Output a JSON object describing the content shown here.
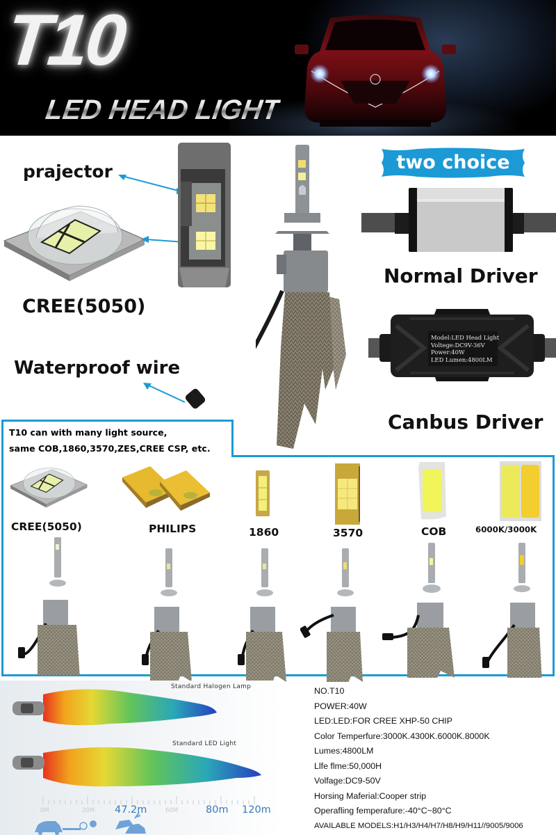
{
  "hero": {
    "title": "T10",
    "subtitle": "LED HEAD LIGHT",
    "background_color": "#000000",
    "car_color": "#7a1016"
  },
  "features": {
    "projector_label": "prajector",
    "cree_label": "CREE(5050)",
    "waterproof_label": "Waterproof wire",
    "choice_badge": "two choice",
    "normal_driver_label": "Normal Driver",
    "canbus_driver_label": "Canbus Driver",
    "canbus_print": {
      "line1": "Model:LED Head Light",
      "line2": "Voltege:DC9V-36V",
      "line3": "Power:40W",
      "line4": "LED Lumen:4800LM"
    },
    "accent_color": "#1b9ad6"
  },
  "light_sources": {
    "intro_line1": "T10 can with many light source,",
    "intro_line2": "same COB,1860,3570,ZES,CREE CSP, etc.",
    "items": [
      {
        "label": "CREE(5050)"
      },
      {
        "label": "PHILIPS"
      },
      {
        "label": "1860"
      },
      {
        "label": "3570"
      },
      {
        "label": "COB"
      },
      {
        "label": "6000K/3000K"
      }
    ],
    "frame_color": "#1b9ad6"
  },
  "beam_comparison": {
    "halogen_caption": "Standard Halogen Lamp",
    "led_caption": "Standard LED Light",
    "scale": {
      "m0": "0M",
      "m20": "20M",
      "m47": "47.2m",
      "m60": "60M",
      "m80": "80m",
      "m120": "120m"
    }
  },
  "specs": {
    "lines": [
      "NO.T10",
      "POWER:40W",
      "LED:LED:FOR CREE XHP-50 CHIP",
      "Color Temperfure:3000K.4300K.6000K.8000K",
      "Lumes:4800LM",
      "Llfe flme:50,000H",
      "Volfage:DC9-50V",
      "Horsing Maferial:Cooper strip",
      "Operafling femperafure:-40°C~80°C",
      "AVAILABLE MODELS:H1/H3/H4/H7/H8/H9/H11//9005/9006"
    ]
  }
}
